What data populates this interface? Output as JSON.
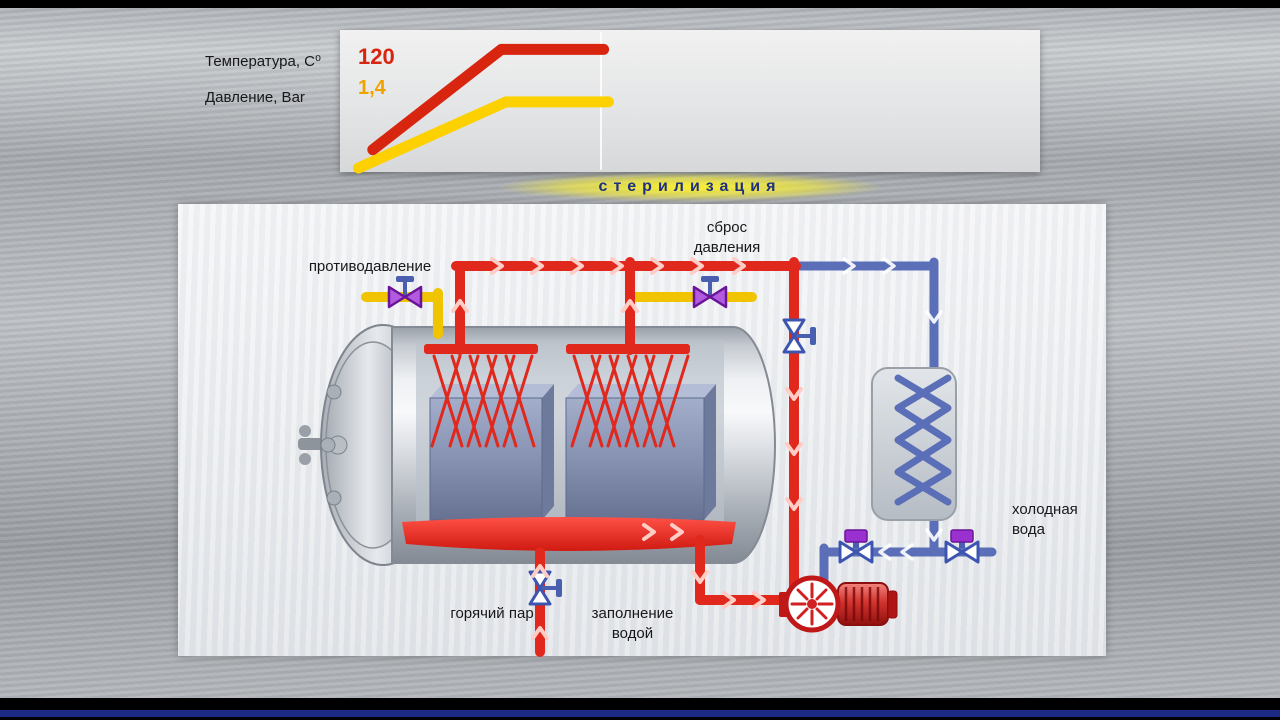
{
  "chart": {
    "temperature_label": "Температура, C⁰",
    "temperature_value": "120",
    "pressure_label": "Давление, Bar",
    "pressure_value": "1,4",
    "phase_label": "стерилизация"
  },
  "chart_data": {
    "type": "line",
    "title": "",
    "grid": false,
    "legend_position": "left",
    "series": [
      {
        "name": "Температура, C⁰",
        "color": "#d8250f",
        "final_value": 120,
        "final_value_label": "120",
        "shape": "ramp then hold",
        "points_norm": [
          [
            0.02,
            0.09
          ],
          [
            0.56,
            0.97
          ],
          [
            0.99,
            0.97
          ]
        ]
      },
      {
        "name": "Давление, Bar",
        "color": "#fdd000",
        "final_value": 1.4,
        "final_value_label": "1,4",
        "shape": "ramp then hold",
        "points_norm": [
          [
            -0.04,
            -0.07
          ],
          [
            0.58,
            0.51
          ],
          [
            1.01,
            0.51
          ]
        ]
      }
    ],
    "annotations": [
      {
        "text": "стерилизация",
        "type": "phase-highlight"
      }
    ]
  },
  "diagram": {
    "labels": {
      "backpressure": "противодавление",
      "pressure_release": "сброс давления",
      "cold_water": "холодная вода",
      "hot_steam": "горячий пар",
      "water_fill": "заполнение водой"
    },
    "colors": {
      "hot_pipe": "#e0281c",
      "cold_pipe": "#5b6fb8",
      "steam_yellow": "#f0c400",
      "valve_purple": "#9a30d0",
      "phase_text": "#203080"
    }
  }
}
